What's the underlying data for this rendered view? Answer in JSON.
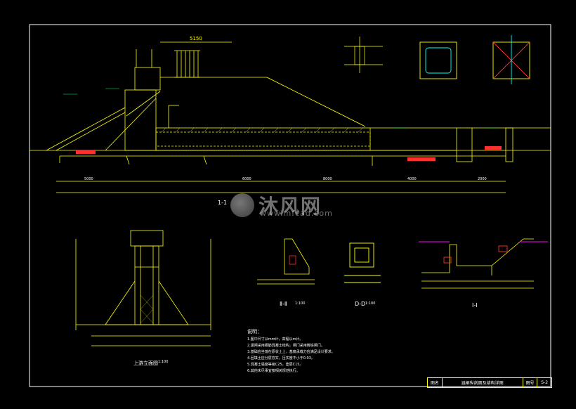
{
  "watermark": {
    "brand": "沐风网",
    "url": "www.mfcad.com"
  },
  "section_titles": {
    "main": "1-1",
    "section_2": "Ⅱ-Ⅱ",
    "section_d": "D-D",
    "section_i": "Ⅰ-Ⅰ",
    "elevation": "上游立面图"
  },
  "dims": {
    "top_main": "5150",
    "main_a": "5000",
    "main_b": "6000",
    "main_c": "8000",
    "main_d": "4000",
    "main_e": "2000"
  },
  "scale": "1:100",
  "notes": {
    "heading": "说明：",
    "items": [
      "1.图中尺寸以mm计，高程以m计。",
      "2.涵闸采用钢筋混凝土结构，闸门采用铸铁闸门。",
      "3.基础应坐落在原状土上，基底承载力应满足设计要求。",
      "4.回填土应分层夯实，压实度不小于0.93。",
      "5.混凝土强度等级C25，垫层C15。",
      "6.其他未尽事宜按相关规范执行。"
    ]
  },
  "title_block": {
    "label": "图名",
    "name": "涵闸纵剖面及结构详图",
    "number_label": "图号",
    "number": "S-2"
  },
  "colors": {
    "line": "#ffff00",
    "bg": "#000000",
    "text": "#ffffff",
    "accent": "#ff0000",
    "frame": "#ffffff"
  }
}
